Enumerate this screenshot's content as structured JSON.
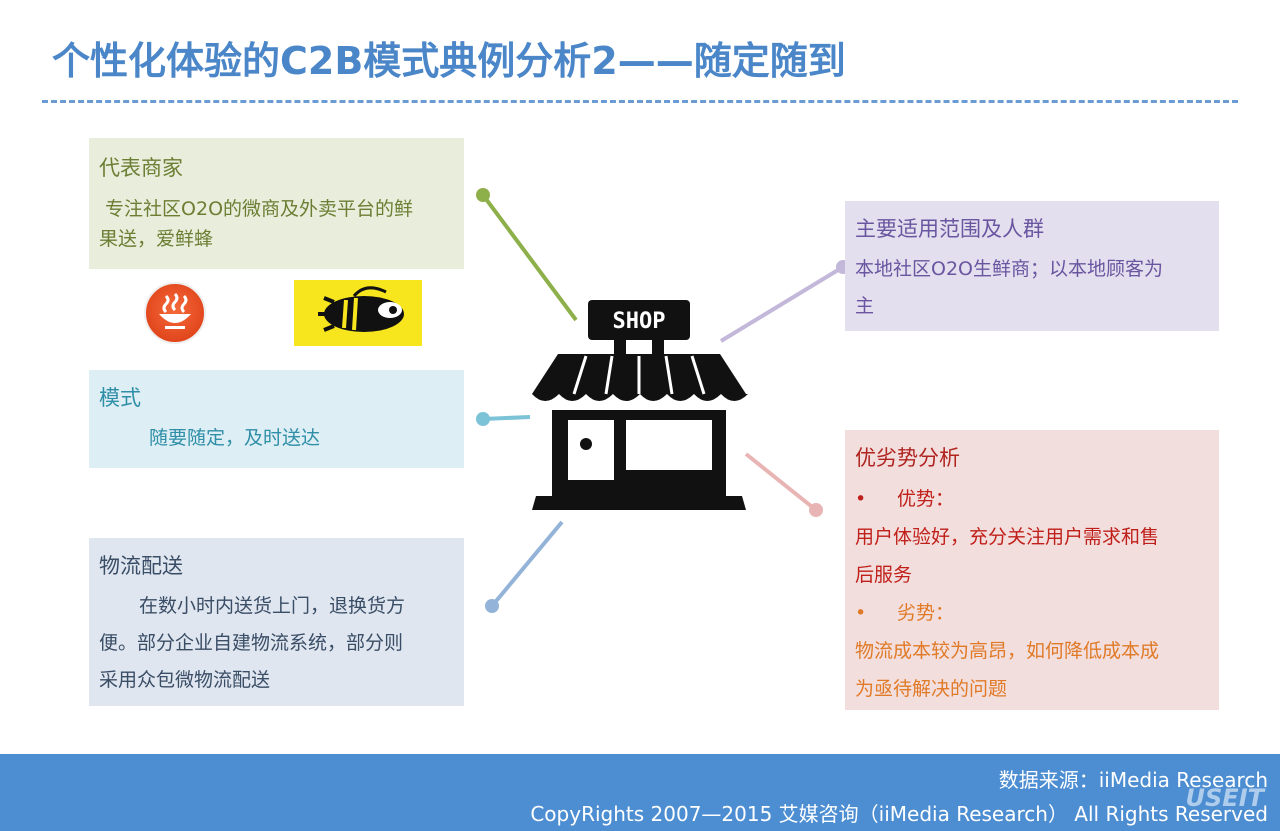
{
  "title": "个性化体验的C2B模式典例分析2——随定随到",
  "merchant": {
    "title": "代表商家",
    "text_line1": " 专注社区O2O的微商及外卖平台的鲜",
    "text_line2": "果送，爱鲜蜂"
  },
  "mode": {
    "title": "模式",
    "text": "随要随定，及时送达"
  },
  "logistics": {
    "title": "物流配送",
    "line1": "在数小时内送货上门，退换货方",
    "line2": "便。部分企业自建物流系统，部分则",
    "line3": "采用众包微物流配送"
  },
  "scope": {
    "title": "主要适用范围及人群",
    "line1": "本地社区O2O生鲜商；以本地顾客为",
    "line2": "主"
  },
  "analysis": {
    "title": "优劣势分析",
    "adv_bullet": "•",
    "adv_label": "优势：",
    "adv_line1": "用户体验好，充分关注用户需求和售",
    "adv_line2": "后服务",
    "dis_bullet": "•",
    "dis_label": "劣势：",
    "dis_line1": "物流成本较为高昂，如何降低成本成",
    "dis_line2": "为亟待解决的问题"
  },
  "shop_icon": {
    "sign": "SHOP",
    "icon": "shop-icon"
  },
  "logos": {
    "bowl": "bowl-logo-icon",
    "bee": "bee-logo-icon"
  },
  "footer": {
    "source": "数据来源：iiMedia Research",
    "copyright": "CopyRights 2007—2015 艾媒咨询（iiMedia Research） All Rights Reserved",
    "watermark": "USEIT"
  },
  "colors": {
    "title": "#4a86c8",
    "merchant": "#8db04a",
    "mode": "#7cc3d8",
    "logistics": "#94b3d8",
    "scope": "#c3b8da",
    "analysis": "#e9b4b4",
    "footer": "#4d8ed2"
  }
}
